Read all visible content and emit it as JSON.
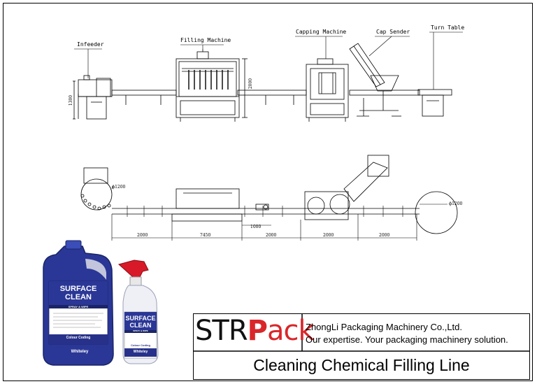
{
  "callouts": {
    "infeeder": "Infeeder",
    "filling_machine": "Filling Machine",
    "capping_machine": "Capping Machine",
    "cap_sender": "Cap Sender",
    "turn_table": "Turn Table"
  },
  "dimensions": {
    "height_1300": "1300",
    "height_2000": "2000",
    "dia_left": "ϕ1200",
    "dia_right": "ϕ1200",
    "len_1": "2000",
    "len_2": "7450",
    "len_3": "1000",
    "len_4": "2000",
    "len_5": "2000",
    "len_6": "2000"
  },
  "products": {
    "jug_line1": "SURFACE",
    "jug_line2": "CLEAN",
    "jug_sub": "SPRAY & WIPE",
    "jug_band": "Colour Coding",
    "jug_brand": "Whiteley",
    "bottle_line1": "SURFACE",
    "bottle_line2": "CLEAN",
    "bottle_sub": "SPRAY & WIPE",
    "bottle_band": "Colour Coding",
    "bottle_brand": "Whiteley"
  },
  "branding": {
    "logo_str": "STR",
    "logo_p": "P",
    "logo_ack": "ack",
    "company": "ZhongLi Packaging Machinery Co.,Ltd.",
    "slogan": "Our expertise. Your packaging machinery solution.",
    "line_title": "Cleaning Chemical Filling Line"
  },
  "colors": {
    "logo_red": "#d9262a",
    "jug_blue": "#1f2f8a",
    "liquid_blue": "#5a64c8"
  }
}
